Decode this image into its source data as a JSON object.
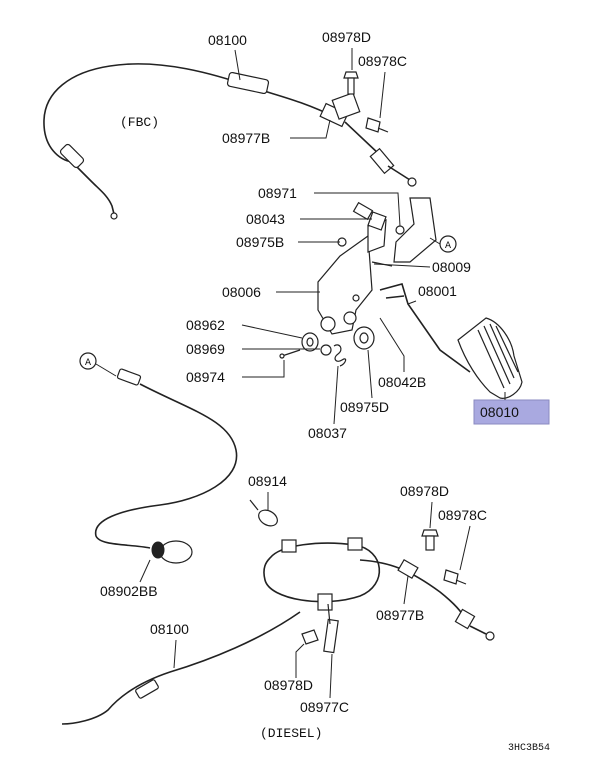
{
  "labels": {
    "top_cable": "08100",
    "bolt_top_d": "08978D",
    "bolt_top_c": "08978C",
    "clamp_top_b": "08977B",
    "fbc": "(FBC)",
    "p08971": "08971",
    "p08043": "08043",
    "p08975b": "08975B",
    "p08009": "08009",
    "p08006": "08006",
    "p08001": "08001",
    "p08962": "08962",
    "p08969": "08969",
    "p08974": "08974",
    "p08042b": "08042B",
    "p08975d": "08975D",
    "p08037": "08037",
    "pedal": "08010",
    "p08914": "08914",
    "bolt_low_d": "08978D",
    "bolt_low_c": "08978C",
    "p08902bb": "08902BB",
    "clamp_low_b": "08977B",
    "low_cable": "08100",
    "bolt_low_d2": "08978D",
    "clamp_low_c": "08977C",
    "diesel": "(DIESEL)",
    "ref_a": "A",
    "ref_a2": "A",
    "code": "3HC3B54"
  },
  "highlight_color": "#a9a9e0"
}
